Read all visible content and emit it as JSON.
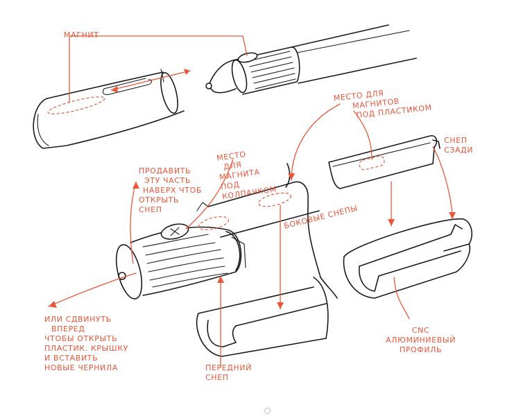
{
  "labels": {
    "magnet": "МАГНИТ",
    "magnet_place_top": [
      "МЕСТО ДЛЯ",
      "МАГНИТОВ",
      "ПОД ПЛАСТИКОМ"
    ],
    "press_part": [
      "ПРОДАВИТЬ",
      "ЭТУ ЧАСТЬ",
      "НАВЕРХ ЧТОБ",
      "ОТКРЫТЬ",
      "СНЕП"
    ],
    "magnet_place_cap": [
      "МЕСТО",
      "ДЛЯ",
      "МАГНИТА",
      "ПОД",
      "КОЛПАЧКОМ"
    ],
    "snap_back": [
      "СНЕП",
      "СЗАДИ"
    ],
    "side_snaps": "БОКОВЫЕ СНЕПЫ",
    "slide_forward": [
      "ИЛИ СДВИНУТЬ",
      "ВПЕРЕД",
      "ЧТОБЫ ОТКРЫТЬ",
      "ПЛАСТИК. КРЫШКУ",
      "И ВСТАВИТЬ",
      "НОВЫЕ ЧЕРНИЛА"
    ],
    "front_snap": [
      "ПЕРЕДНИЙ",
      "СНЕП"
    ],
    "cnc_profile": [
      "CNC",
      "АЛЮМИНИЕВЫЙ",
      "ПРОФИЛЬ"
    ]
  },
  "colors": {
    "ink": "#1a1a1a",
    "annotation": "#e8573a",
    "paper": "#ffffff"
  }
}
